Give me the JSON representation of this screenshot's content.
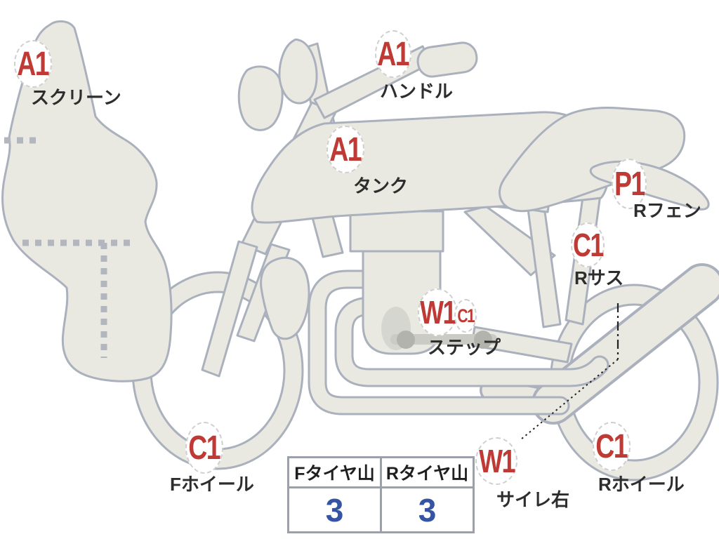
{
  "colors": {
    "body_fill": "#e9e9e2",
    "outline": "#aab1bd",
    "badge_code_red": "#c03a35",
    "label_text": "#2d2d2d",
    "tire_value_blue": "#3554a3",
    "table_border": "#9ba1ac"
  },
  "markers": [
    {
      "id": "screen",
      "code": "A1",
      "label": "スクリーン"
    },
    {
      "id": "handlebar",
      "code": "A1",
      "label": "ハンドル"
    },
    {
      "id": "tank",
      "code": "A1",
      "label": "タンク"
    },
    {
      "id": "rear-fender",
      "code": "P1",
      "label": "Rフェン"
    },
    {
      "id": "rear-suspension",
      "code": "C1",
      "label": "Rサス"
    },
    {
      "id": "step",
      "code": "W1",
      "code2": "C1",
      "label": "ステップ"
    },
    {
      "id": "front-wheel",
      "code": "C1",
      "label": "Fホイール"
    },
    {
      "id": "rear-wheel",
      "code": "C1",
      "label": "Rホイール"
    },
    {
      "id": "silencer-right",
      "code": "W1",
      "label": "サイレ右"
    }
  ],
  "tire_table": {
    "headers": [
      "Fタイヤ山",
      "Rタイヤ山"
    ],
    "values": [
      "3",
      "3"
    ]
  }
}
